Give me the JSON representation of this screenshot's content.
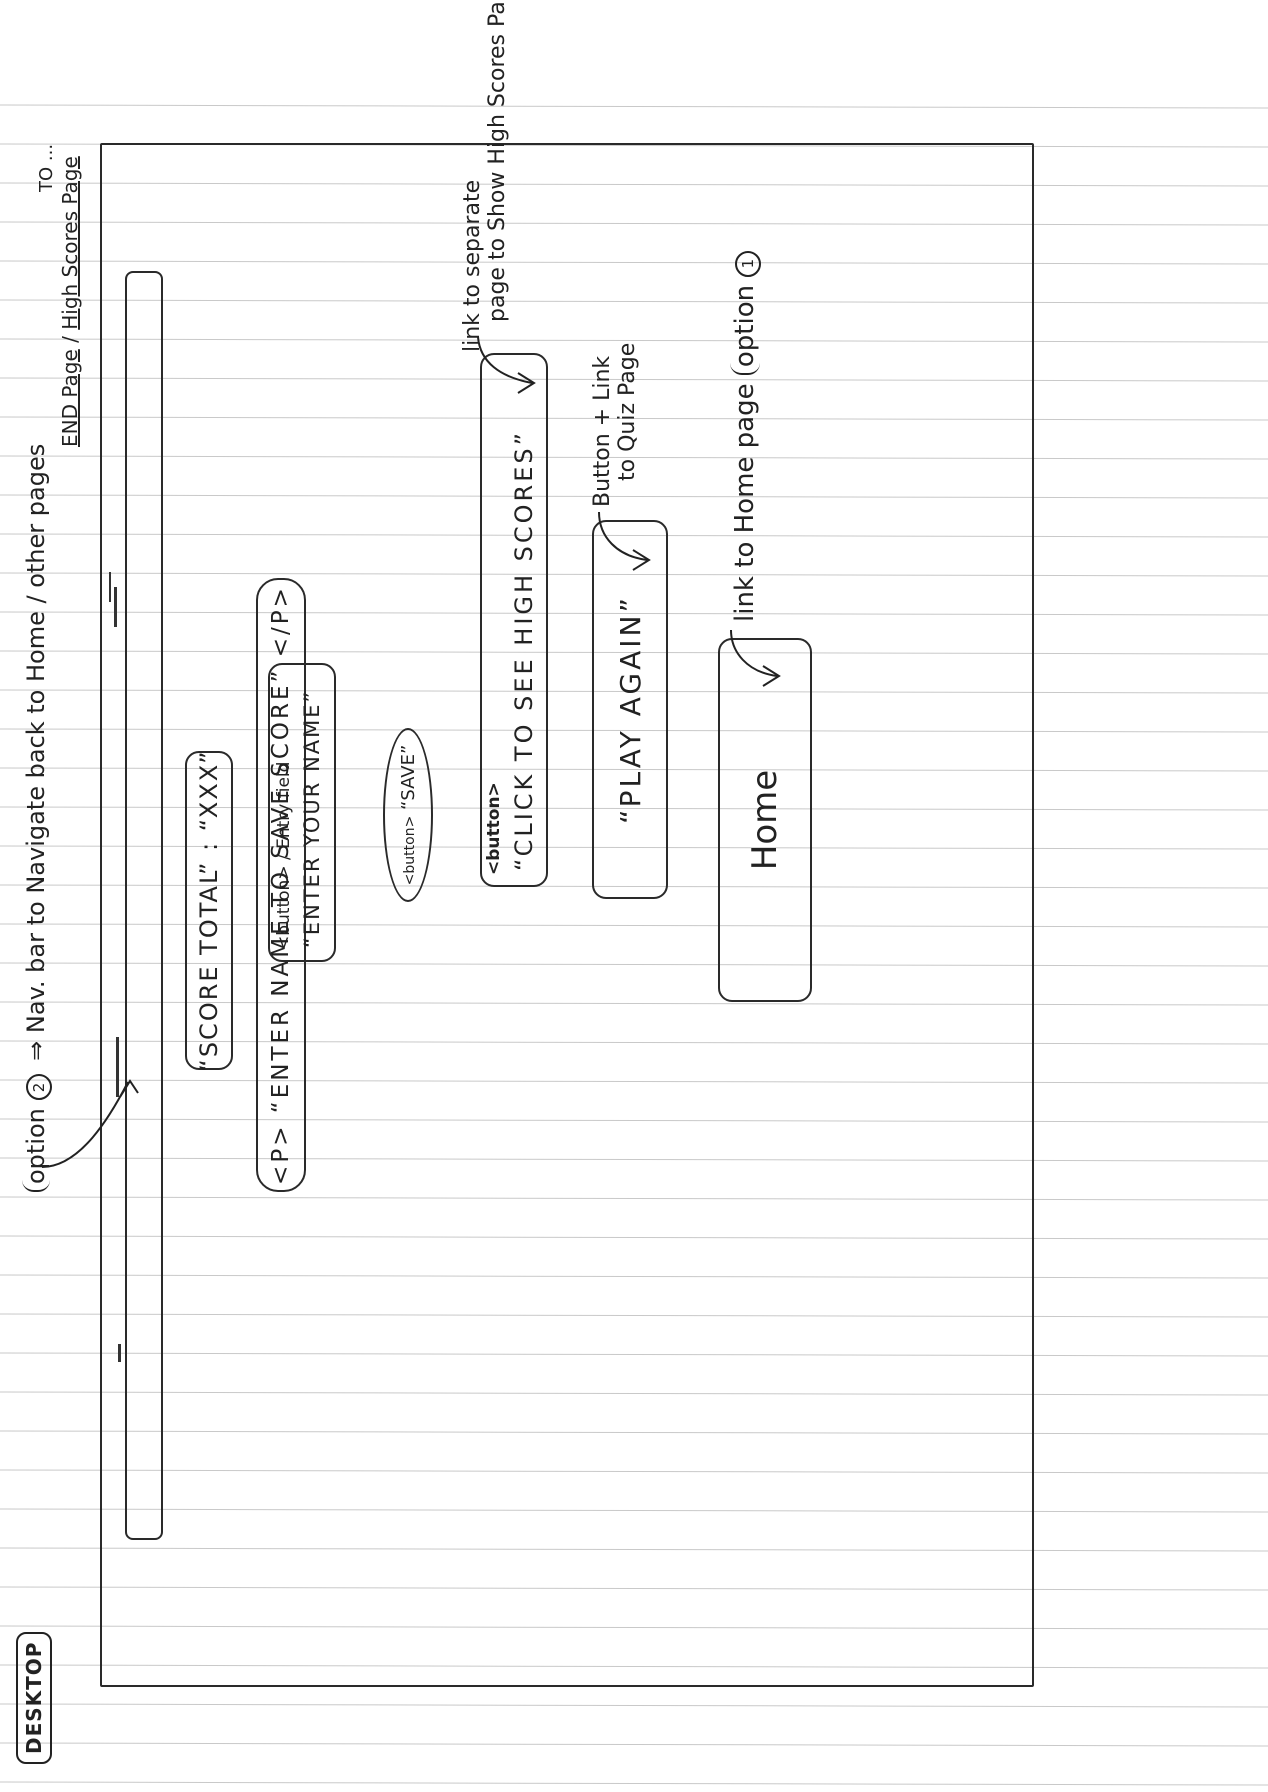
{
  "layout_label": "DESKTOP",
  "nav": {
    "option": "option",
    "option_num": "2",
    "text": "⇒ Nav. bar to Navigate back to Home / other pages",
    "pages_title": "TO ...",
    "end_page": "END Page",
    "slash": "/",
    "high_scores_page": "High Scores Page"
  },
  "score_box": {
    "text": "“SCORE TOTAL” : “XXX”"
  },
  "enter_name": {
    "text": "<P> “ENTER NAME TO SAVE SCORE” </P>"
  },
  "name_field": {
    "tag": "<button> / Entry field",
    "text": "“ENTER YOUR NAME”"
  },
  "save_button": {
    "tag": "<button>",
    "text": "“SAVE”"
  },
  "high_scores_button": {
    "tag": "<button>",
    "text": "“CLICK TO SEE HIGH SCORES”"
  },
  "high_scores_note": {
    "line1": "link to separate",
    "line2": "page to Show High Scores Page"
  },
  "play_again_button": {
    "text": "“PLAY AGAIN”"
  },
  "play_again_note": {
    "line1": "Button + Link",
    "line2": "to Quiz Page"
  },
  "home_button": {
    "text": "Home"
  },
  "home_note": {
    "text": "link to Home page",
    "option": "option",
    "option_num": "1"
  },
  "colors": {
    "ink": "#222222",
    "rule_line": "#c9c9c9",
    "paper": "#ffffff"
  }
}
